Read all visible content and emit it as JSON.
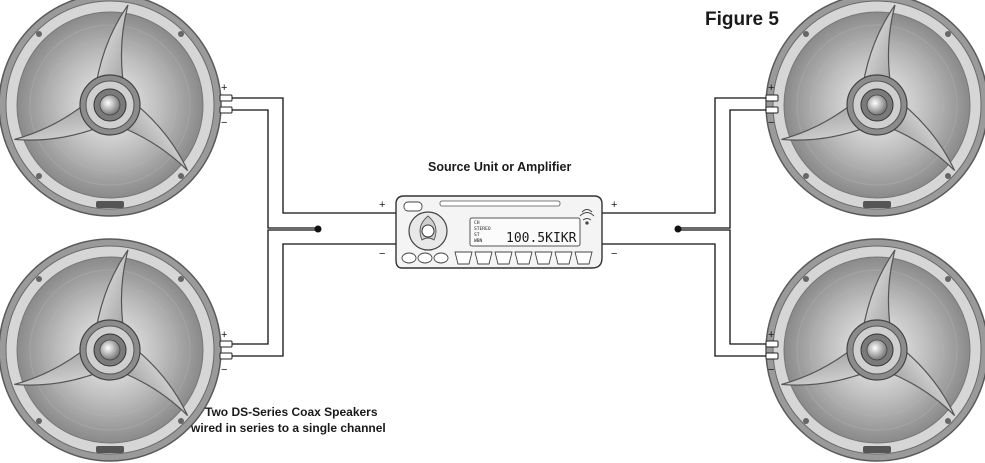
{
  "figure_label": "Figure 5",
  "source_label": "Source Unit or Amplifier",
  "caption": [
    "Two DS-Series Coax Speakers",
    "wired in series to a single channel"
  ],
  "polarity": {
    "plus": "+",
    "minus": "−"
  },
  "head_unit": {
    "display_text": "100.5KIKR",
    "display_small": [
      "CH",
      "STEREO",
      "ST",
      "WBN"
    ]
  },
  "speakers": [
    {
      "id": "top-left"
    },
    {
      "id": "bottom-left"
    },
    {
      "id": "top-right"
    },
    {
      "id": "bottom-right"
    }
  ]
}
